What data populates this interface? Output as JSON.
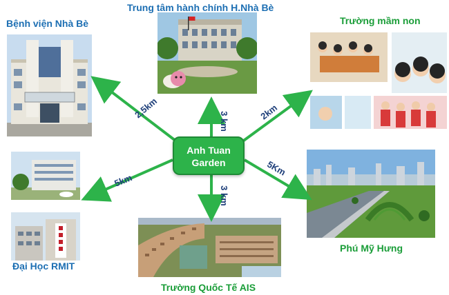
{
  "hub": {
    "line1": "Anh Tuan",
    "line2": "Garden"
  },
  "destinations": {
    "admin_center": {
      "label": "Trung tâm hành chính H.Nhà Bè",
      "distance": "3 km"
    },
    "hospital": {
      "label": "Bệnh viện Nhà Bè",
      "distance": "2,5km"
    },
    "kindergarten": {
      "label": "Trường mầm non",
      "distance": "2km"
    },
    "rmit": {
      "label": "Đại Học RMIT",
      "distance": "5km"
    },
    "phu_my_hung": {
      "label": "Phú Mỹ Hưng",
      "distance": "5Km"
    },
    "ais": {
      "label": "Trường Quốc Tế AIS",
      "distance": "3 km"
    }
  },
  "colors": {
    "arrow": "#2db34a",
    "hub": "#2db34a",
    "blue_label": "#1d6fb3",
    "green_label": "#1a9d38",
    "distance_text": "#1e3f7a"
  }
}
